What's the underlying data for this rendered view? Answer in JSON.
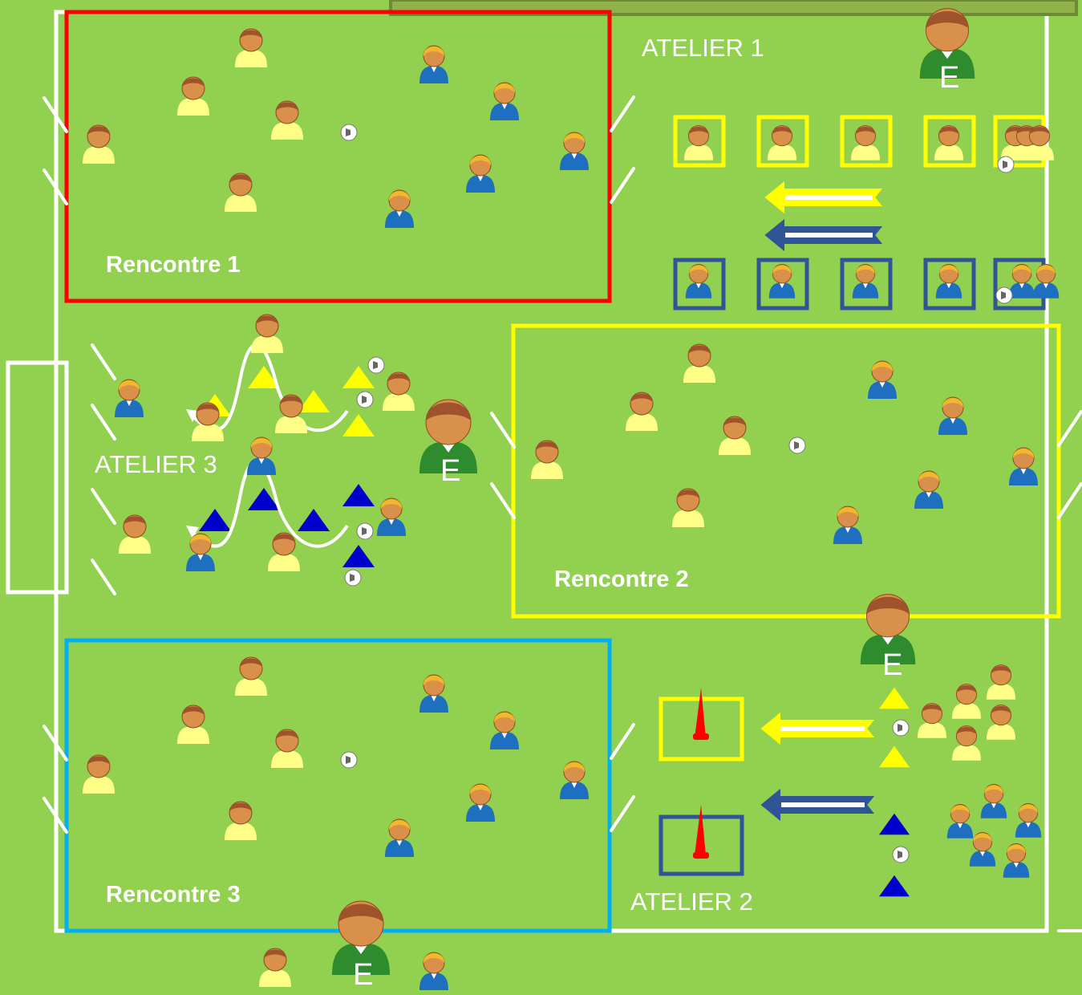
{
  "zones": {
    "rencontre_1": {
      "label": "Rencontre 1",
      "color": "#ff0000"
    },
    "rencontre_2": {
      "label": "Rencontre 2",
      "color": "#ffff00"
    },
    "rencontre_3": {
      "label": "Rencontre 3",
      "color": "#00b0f0"
    }
  },
  "ateliers": {
    "atelier_1": "ATELIER 1",
    "atelier_2": "ATELIER 2",
    "atelier_3": "ATELIER 3"
  },
  "coach_letter": "E",
  "colors": {
    "grass": "#92d050",
    "field_lines": "#ffffff",
    "yellow_team": "#ffff88",
    "blue_team": "#1f6fc0",
    "coach": "#2e8b2e",
    "skin": "#d9904a",
    "hair_blond": "#f2b82c",
    "hair_brown": "#a0522d",
    "cone_yellow": "#ffff00",
    "cone_blue": "#0000cc",
    "pole_red": "#ff0000",
    "box_navy": "#2f5597",
    "arrow_yellow": "#ffff00",
    "arrow_blue": "#2f5597"
  },
  "icons": {
    "yellow_player": "player-yellow-icon",
    "blue_player": "player-blue-icon",
    "coach": "coach-icon",
    "ball": "ball-icon",
    "cone": "cone-icon",
    "pole": "pole-icon"
  }
}
